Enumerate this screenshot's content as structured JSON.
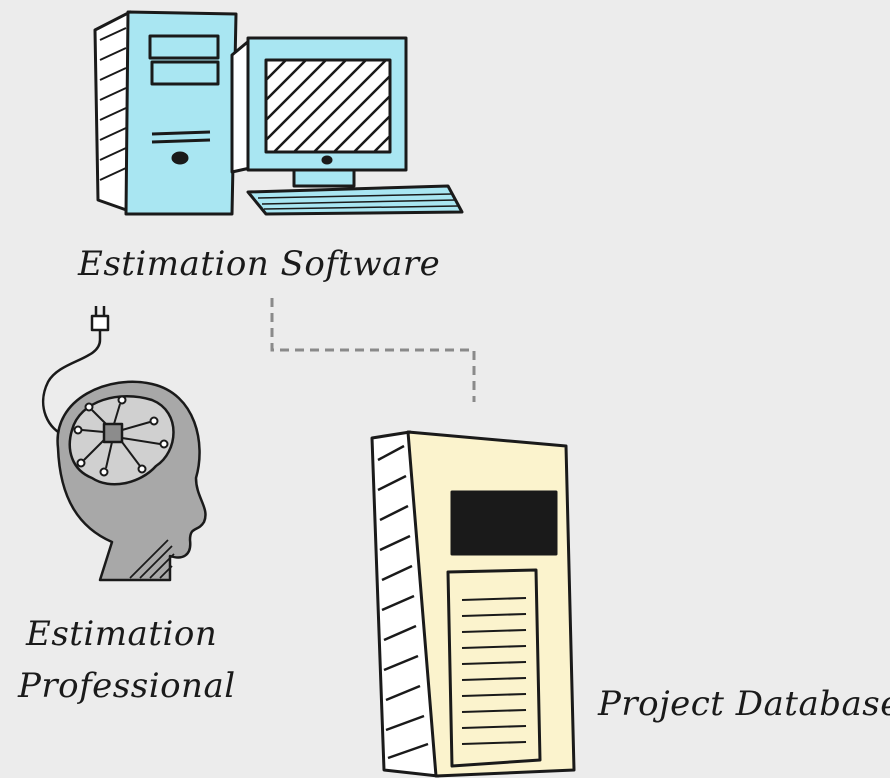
{
  "diagram": {
    "nodes": {
      "software": {
        "label": "Estimation Software",
        "icon": "desktop-computer-icon",
        "color": "#a9e6f2"
      },
      "professional": {
        "label_line1": "Estimation",
        "label_line2": "Professional",
        "icon": "plugged-brain-head-icon",
        "color": "#a8a8a8"
      },
      "database": {
        "label": "Project Database",
        "icon": "server-tower-icon",
        "color": "#fbf3cd"
      }
    },
    "edges": [
      {
        "from": "software",
        "to": "database",
        "style": "dashed",
        "color": "#8a8a8a"
      }
    ]
  }
}
